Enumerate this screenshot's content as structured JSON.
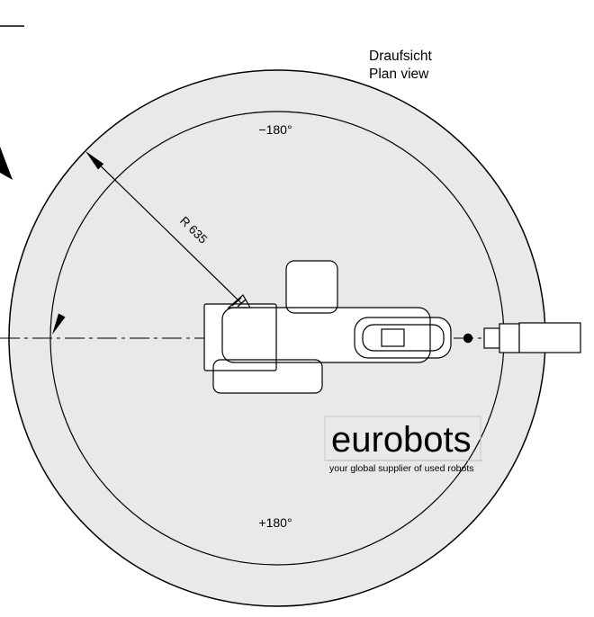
{
  "title": {
    "de": "Draufsicht",
    "en": "Plan view"
  },
  "dimensions": {
    "angle_top": "−180°",
    "angle_bottom": "+180°",
    "radius": "R 635"
  },
  "watermark": {
    "brand": "eurobots",
    "tagline": "your global supplier of used robots"
  },
  "colors": {
    "background": "#ffffff",
    "envelope_fill": "#e9e9e9",
    "line": "#000000",
    "watermark_text": "#9f9f9f",
    "watermark_border": "#c9c9c9",
    "watermark_tagline": "#a8a8a8"
  }
}
